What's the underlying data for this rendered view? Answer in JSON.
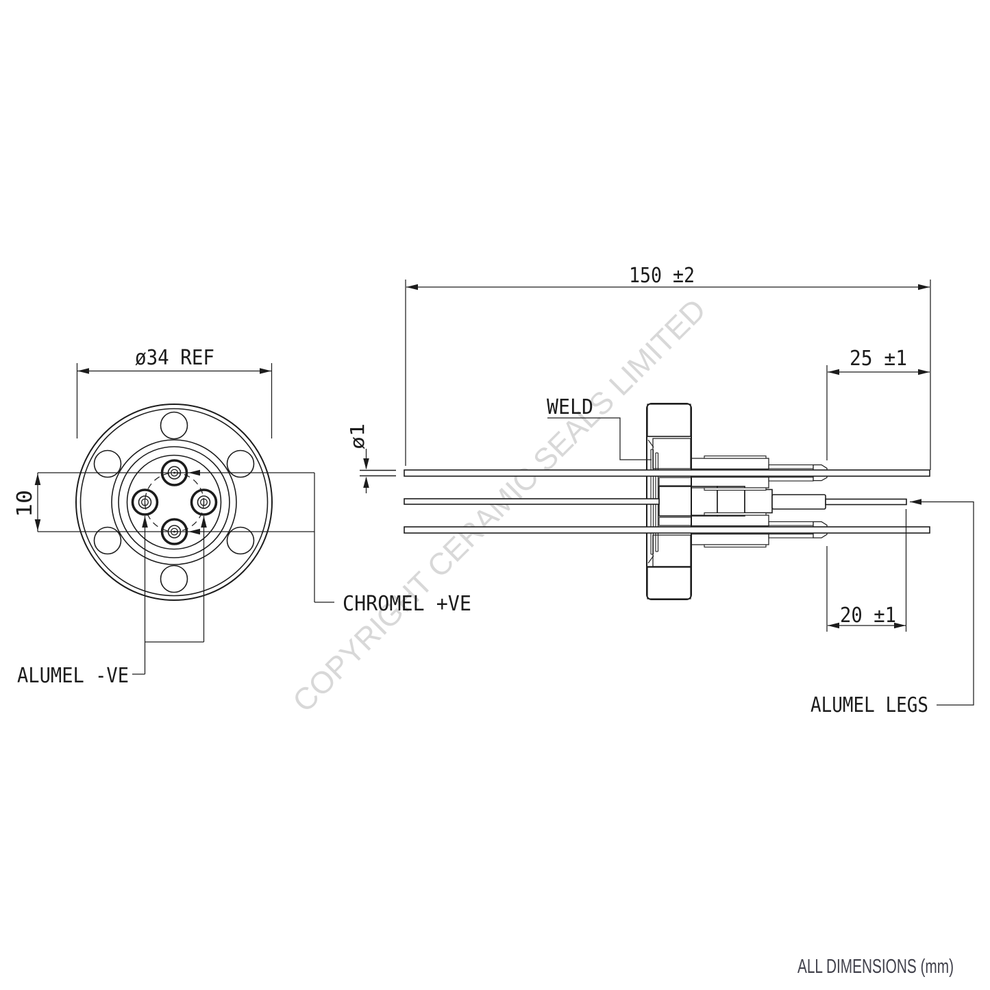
{
  "drawing": {
    "front_view": {
      "flange_diameter_dim": "ø34 REF",
      "pin_pitch_dim": "10",
      "chromel_label": "CHROMEL +VE",
      "alumel_label": "ALUMEL -VE"
    },
    "side_view": {
      "overall_length_dim": "150 ±2",
      "sheath_protrusion_dim": "25 ±1",
      "leg_protrusion_dim": "20 ±1",
      "wire_diameter_dim": "ø1",
      "weld_label": "WELD",
      "alumel_legs_label": "ALUMEL LEGS"
    },
    "watermark": "COPYRIGHT CERAMIC SEALS LIMITED",
    "footer_note": "ALL DIMENSIONS (mm)",
    "line_color": "#1c1c1c",
    "watermark_color": "#d8d8d8"
  }
}
